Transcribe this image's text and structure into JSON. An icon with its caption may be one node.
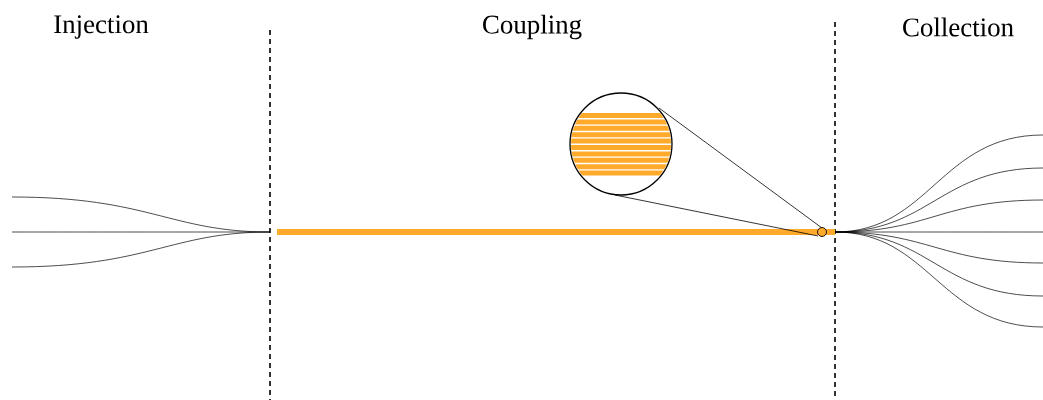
{
  "diagram": {
    "labels": [
      "Injection",
      "Coupling",
      "Collection"
    ]
  }
}
